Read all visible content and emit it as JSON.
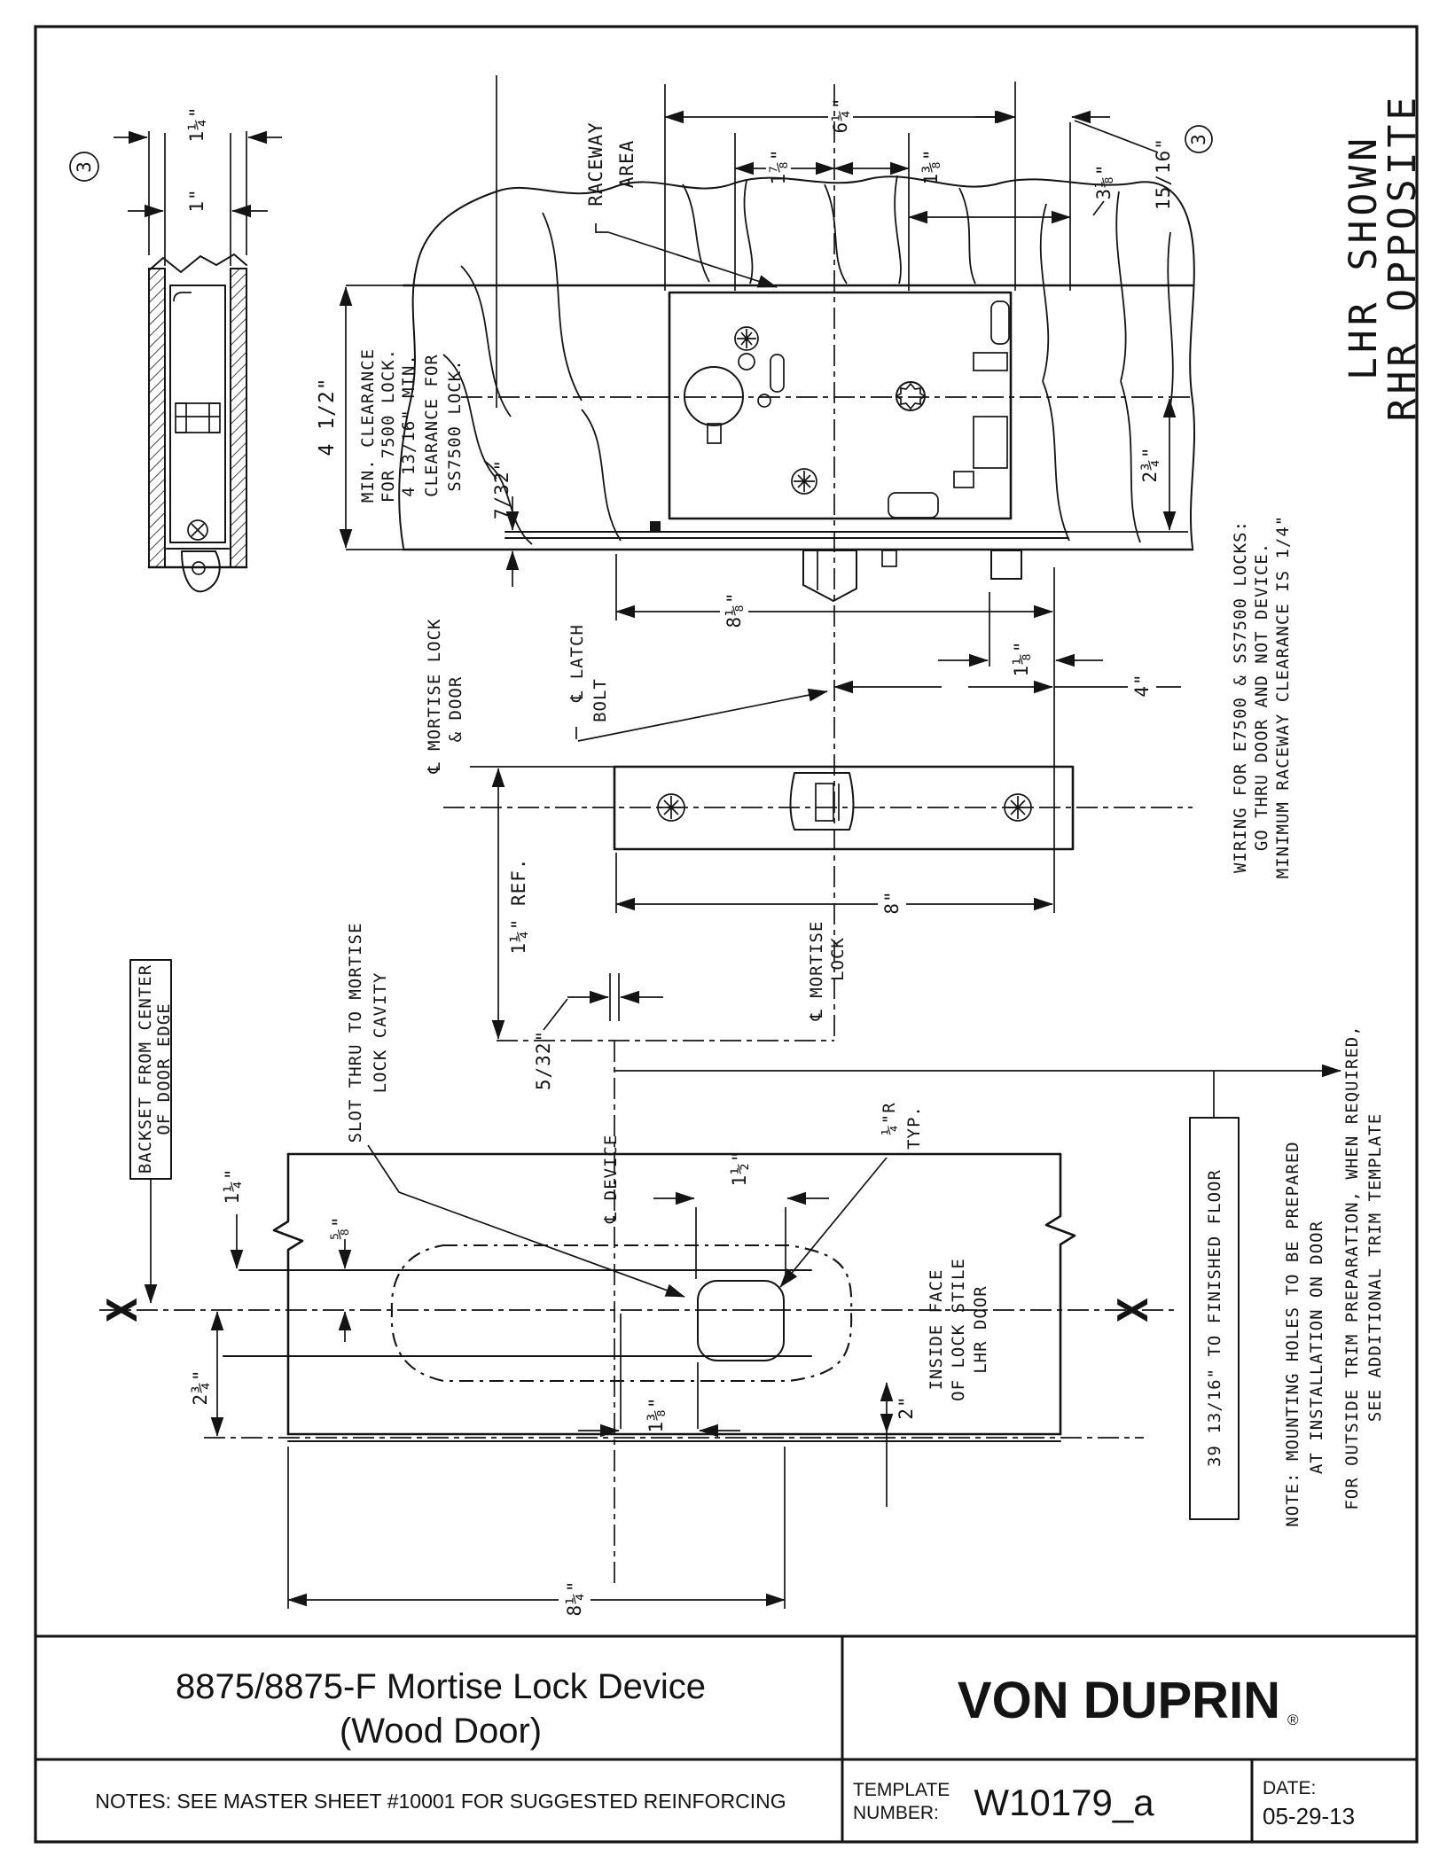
{
  "title_block": {
    "title_line1": "8875/8875-F Mortise Lock Device",
    "title_line2": "(Wood Door)",
    "notes": "NOTES: SEE MASTER SHEET #10001 FOR SUGGESTED REINFORCING",
    "brand": "VON DUPRIN",
    "brand_reg": "®",
    "template_label_1": "TEMPLATE",
    "template_label_2": "NUMBER:",
    "template_number": "W10179_a",
    "date_label": "DATE:",
    "date_value": "05-29-13"
  },
  "labels": {
    "detail_marker": "3",
    "raceway_1": "RACEWAY",
    "raceway_2": "AREA",
    "lhr_1": "LHR SHOWN",
    "lhr_2": "RHR OPPOSITE",
    "wiring_1": "WIRING FOR E7500 & SS7500 LOCKS:",
    "wiring_2": "GO THRU DOOR AND NOT DEVICE.",
    "wiring_3": "MINIMUM RACEWAY CLEARANCE IS 1/4\"",
    "clearance_1": "MIN. CLEARANCE",
    "clearance_2": "FOR 7500 LOCK.",
    "clearance_3": "4 13/16\" MIN.",
    "clearance_4": "CLEARANCE FOR",
    "clearance_5": "SS7500 LOCK.",
    "cl_mortise_door_1": "℄ MORTISE LOCK",
    "cl_mortise_door_2": "& DOOR",
    "cl_latch_1": "℄ LATCH",
    "cl_latch_2": "BOLT",
    "cl_mortise_1": "℄ MORTISE",
    "cl_mortise_2": "LOCK",
    "cl_device": "℄ DEVICE",
    "slot_1": "SLOT THRU TO MORTISE",
    "slot_2": "LOCK CAVITY",
    "backset_1": "BACKSET FROM CENTER",
    "backset_2": "OF DOOR EDGE",
    "inside_face_1": "INSIDE FACE",
    "inside_face_2": "OF LOCK STILE",
    "inside_face_3": "LHR DOOR",
    "floor_box": "39 13/16\" TO FINISHED FLOOR",
    "note_1": "NOTE: MOUNTING HOLES TO BE PREPARED",
    "note_2": "AT INSTALLATION ON DOOR",
    "trim_1": "FOR OUTSIDE TRIM PREPARATION, WHEN REQUIRED,",
    "trim_2": "SEE ADDITIONAL TRIM TEMPLATE",
    "x_left": "X",
    "x_right": "X"
  },
  "dims": {
    "sec_thickness": "1¼\"",
    "sec_inner": "1\"",
    "top_total": "6¼\"",
    "top_a": "1⅞\"",
    "top_b": "1⅜\"",
    "top_c": "3⅛\"",
    "top_d": "15/16\"",
    "clearance_height": "4 1/2\"",
    "scalp": "7/32\"",
    "cl_offset": "2¾\"",
    "cut_length": "8⅛\"",
    "latch_offset": "1⅛\"",
    "four": "4\"",
    "plate_length": "8\"",
    "ref": "1¼\" REF.",
    "slot_offset": "5/32\"",
    "b_backset": "1¼\"",
    "b_up": "⅝\"",
    "b_cl": "2¾\"",
    "b_slot_w": "1½\"",
    "b_slot_h": "1⅜\"",
    "b_two": "2\"",
    "b_base": "8¼\"",
    "b_radius": "¼\"R",
    "b_typ": "TYP."
  }
}
